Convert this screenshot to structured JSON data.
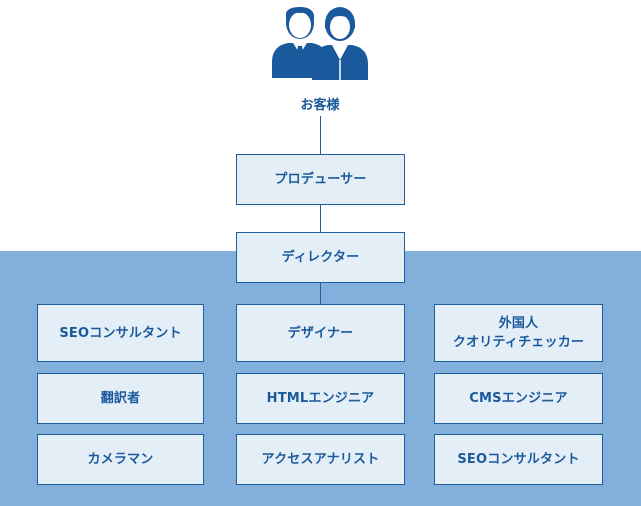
{
  "customer": {
    "label": "お客様",
    "icon": "business-people-icon"
  },
  "producer": {
    "label": "プロデューサー"
  },
  "director": {
    "label": "ディレクター"
  },
  "team": [
    {
      "name": "team-seo-consultant-1",
      "label": "SEOコンサルタント"
    },
    {
      "name": "team-designer",
      "label": "デザイナー"
    },
    {
      "name": "team-foreign-checker",
      "label": "外国人\nクオリティチェッカー"
    },
    {
      "name": "team-translator",
      "label": "翻訳者"
    },
    {
      "name": "team-html-engineer",
      "label": "HTMLエンジニア"
    },
    {
      "name": "team-cms-engineer",
      "label": "CMSエンジニア"
    },
    {
      "name": "team-cameraman",
      "label": "カメラマン"
    },
    {
      "name": "team-assistant",
      "label": "アクセスアナリスト"
    },
    {
      "name": "team-seo-consultant-2",
      "label": "SEOコンサルタント"
    }
  ],
  "colors": {
    "accent": "#1e5f9e",
    "panel": "#82afdc",
    "box_fill": "#e4eef7"
  }
}
